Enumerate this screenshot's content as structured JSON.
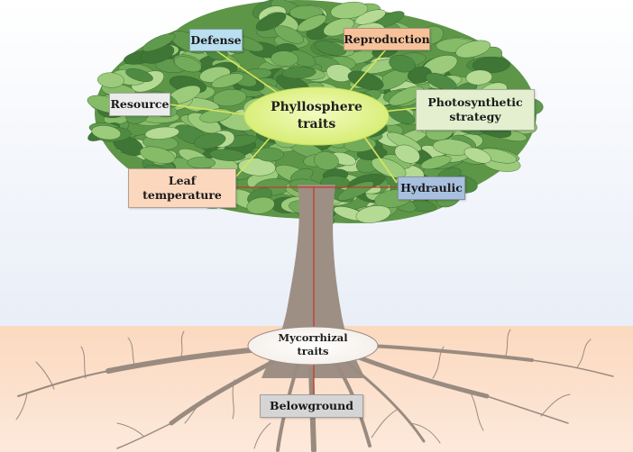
{
  "diagram": {
    "center": {
      "label": "Phyllosphere\ntraits"
    },
    "root_center": {
      "label": "Mycorrhizal\ntraits"
    },
    "nodes": [
      {
        "id": "defense",
        "label": "Defense",
        "fill": "#b9dff0"
      },
      {
        "id": "reproduction",
        "label": "Reproduction",
        "fill": "#f7c29a"
      },
      {
        "id": "resource",
        "label": "Resource",
        "fill": "#ececec"
      },
      {
        "id": "photosynthetic",
        "label": "Photosynthetic\nstrategy",
        "fill": "#e3efcf"
      },
      {
        "id": "leaf-temperature",
        "label": "Leaf\ntemperature",
        "fill": "#fbd8bd"
      },
      {
        "id": "hydraulic",
        "label": "Hydraulic",
        "fill": "#a8c0df"
      },
      {
        "id": "belowground",
        "label": "Belowground",
        "fill": "#d5d5d5"
      }
    ],
    "colors": {
      "sky_top": "#ffffff",
      "sky_bottom": "#e9eef7",
      "soil": "#fbd9bf",
      "canopy_center": "#8ec06a",
      "canopy_edge": "#3d7a38",
      "center_ellipse": "#dff28a",
      "trunk": "#9e8f85",
      "connector_green": "#d9e65a",
      "connector_red": "#c23a2a"
    }
  }
}
